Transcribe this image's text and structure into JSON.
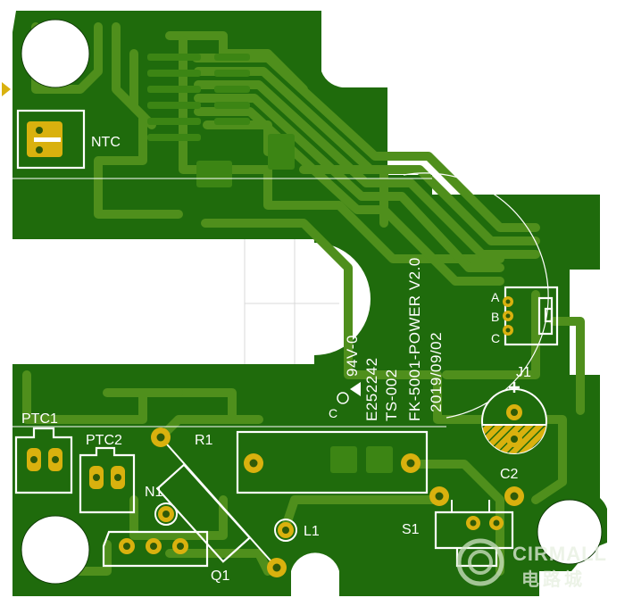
{
  "colors": {
    "board": "#1f6b0c",
    "copper": "#3c8514",
    "silkscreen": "#ffffff",
    "pad": "#d9b10e",
    "background": "#ffffff"
  },
  "labels": {
    "ntc": "NTC",
    "ptc1": "PTC1",
    "ptc2": "PTC2",
    "r1": "R1",
    "n1": "N1",
    "l1": "L1",
    "q1": "Q1",
    "s1": "S1",
    "j1": "J1",
    "c2": "C2",
    "pin_a": "A",
    "pin_b": "B",
    "pin_c": "C"
  },
  "board_text": {
    "line1": "FK-5001-POWER V2.0",
    "line2": "2019/09/02",
    "line3": "TS-002",
    "line4": "E252242",
    "line5": "94V-0",
    "mark": "C"
  },
  "watermark": {
    "en": "CIRMALL",
    "cn": "电路城"
  },
  "icons": [
    "mount-hole-icon",
    "polarity-plus-icon",
    "cirmall-logo-icon"
  ]
}
